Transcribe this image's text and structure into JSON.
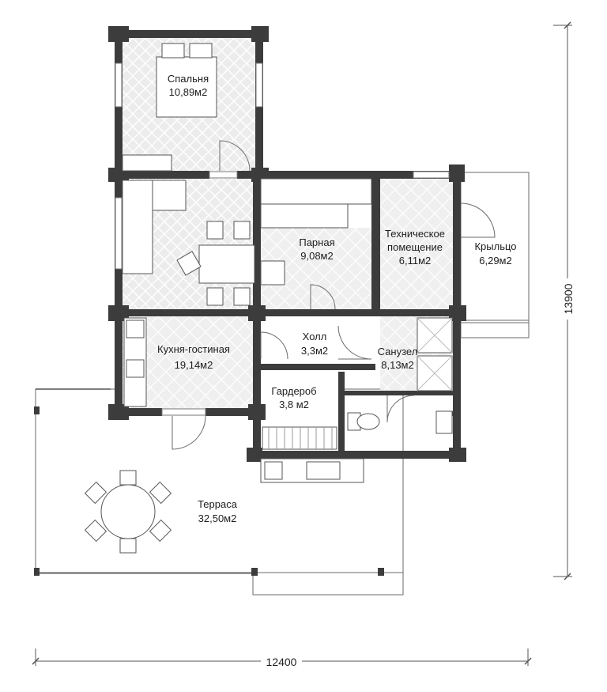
{
  "plan": {
    "rooms": [
      {
        "name": "Спальня",
        "area": "10,89м2"
      },
      {
        "name": "Кухня-гостиная",
        "area": "19,14м2"
      },
      {
        "name": "Парная",
        "area": "9,08м2"
      },
      {
        "name": "Техническое",
        "name2": "помещение",
        "area": "6,11м2"
      },
      {
        "name": "Крыльцо",
        "area": "6,29м2"
      },
      {
        "name": "Холл",
        "area": "3,3м2"
      },
      {
        "name": "Санузел",
        "area": "8,13м2"
      },
      {
        "name": "Гардероб",
        "area": "3,8 м2"
      },
      {
        "name": "Терраса",
        "area": "32,50м2"
      }
    ],
    "dimensions": {
      "width": "12400",
      "height": "13900"
    },
    "colors": {
      "wall": "#3c3c3c",
      "floor_tile": "#ececec",
      "deck": "#f4f4f4"
    }
  }
}
